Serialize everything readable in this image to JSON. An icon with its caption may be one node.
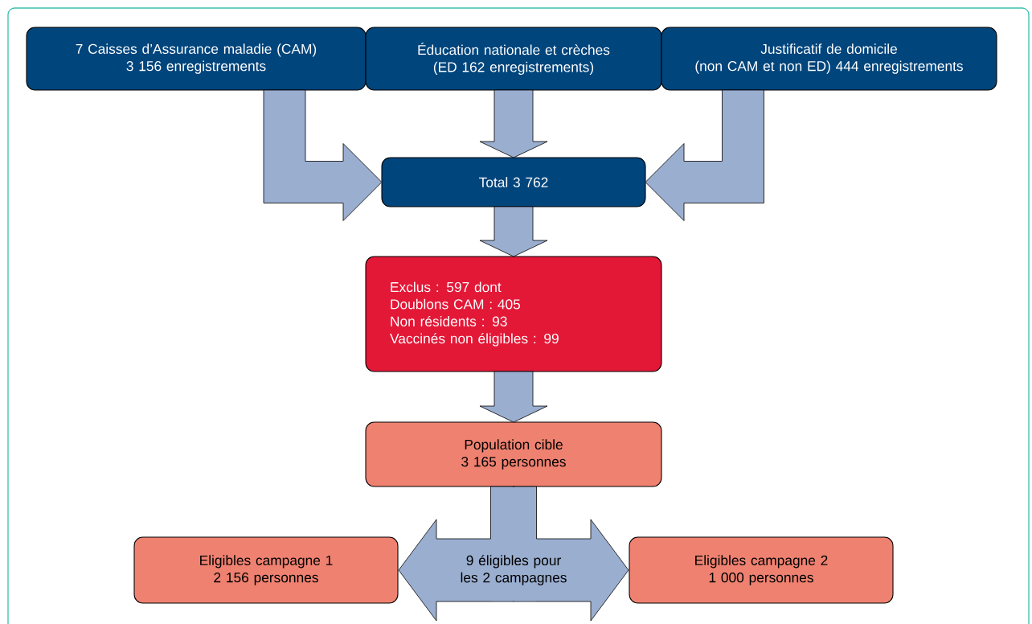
{
  "diagram": {
    "nodes": [
      {
        "text": [
          "7 Caisses d’Assurance maladie (CAM)",
          "3 156 enregistrements"
        ]
      },
      {
        "text": [
          "Éducation nationale et crèches",
          "(ED 162 enregistrements)"
        ]
      },
      {
        "text": [
          "Justificatif de domicile",
          "(non CAM et non ED) 444 enregistrements"
        ]
      },
      {
        "text": [
          "Total 3 762"
        ]
      },
      {
        "text": [
          "Exclus : 597  dont",
          "Doublons CAM : 405",
          "Non résidents : 93",
          "Vaccinés non éligibles : 99"
        ]
      },
      {
        "text": [
          "Population cible",
          "3 165 personnes"
        ]
      },
      {
        "text": [
          "Eligibles campagne 1",
          "2 156 personnes"
        ]
      },
      {
        "text": [
          "Eligibles campagne 2",
          "1 000 personnes"
        ]
      }
    ],
    "edges": [
      {
        "from": 0,
        "to": 3,
        "arrow": "to"
      },
      {
        "from": 1,
        "to": 3,
        "arrow": "to"
      },
      {
        "from": 2,
        "to": 3,
        "arrow": "to"
      },
      {
        "from": 3,
        "to": 4,
        "arrow": "to"
      },
      {
        "from": 4,
        "to": 5,
        "arrow": "to"
      },
      {
        "from": 5,
        "to": 6,
        "arrow": "to",
        "label": "9 éligibles pour les 2 campagnes"
      },
      {
        "from": 5,
        "to": 7,
        "arrow": "to"
      }
    ]
  }
}
